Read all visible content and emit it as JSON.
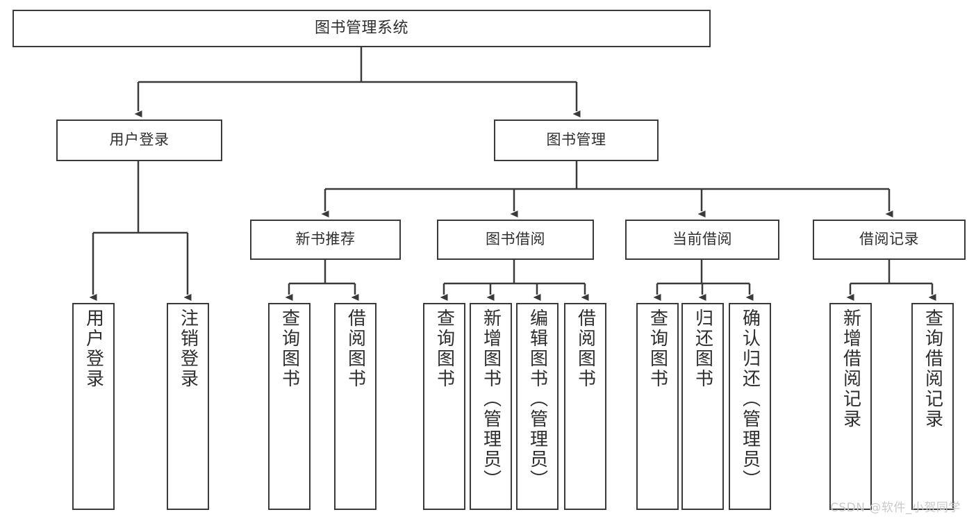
{
  "diagram": {
    "type": "tree-hierarchy-chart",
    "title": "图书管理系统",
    "background_color": "#ffffff",
    "line_color": "#3a3a3a",
    "text_color": "#2e2e2e"
  },
  "nodes": {
    "root": {
      "label": "图书管理系统"
    },
    "level2": [
      {
        "id": "user-login",
        "label": "用户登录"
      },
      {
        "id": "book-management",
        "label": "图书管理"
      }
    ],
    "level3": [
      {
        "id": "new-book-recommend",
        "label": "新书推荐"
      },
      {
        "id": "book-borrow",
        "label": "图书借阅"
      },
      {
        "id": "current-borrow",
        "label": "当前借阅"
      },
      {
        "id": "borrow-record",
        "label": "借阅记录"
      }
    ],
    "leaves": {
      "user-login": [
        {
          "id": "user-login-leaf",
          "label": "用户登录"
        },
        {
          "id": "user-logout-leaf",
          "label": "注销登录"
        }
      ],
      "new-book-recommend": [
        {
          "id": "query-book-1",
          "label": "查询图书"
        },
        {
          "id": "borrow-book-1",
          "label": "借阅图书"
        }
      ],
      "book-borrow": [
        {
          "id": "query-book-2",
          "label": "查询图书"
        },
        {
          "id": "add-book",
          "label": "新增图书（管理员）"
        },
        {
          "id": "edit-book",
          "label": "编辑图书（管理员）"
        },
        {
          "id": "borrow-book-2",
          "label": "借阅图书"
        }
      ],
      "current-borrow": [
        {
          "id": "query-book-3",
          "label": "查询图书"
        },
        {
          "id": "return-book",
          "label": "归还图书"
        },
        {
          "id": "confirm-return",
          "label": "确认归还（管理员）"
        }
      ],
      "borrow-record": [
        {
          "id": "add-borrow-record",
          "label": "新增借阅记录"
        },
        {
          "id": "query-borrow-record",
          "label": "查询借阅记录"
        }
      ]
    }
  },
  "watermark": {
    "text": "CSDN @软件_小贺同学"
  }
}
